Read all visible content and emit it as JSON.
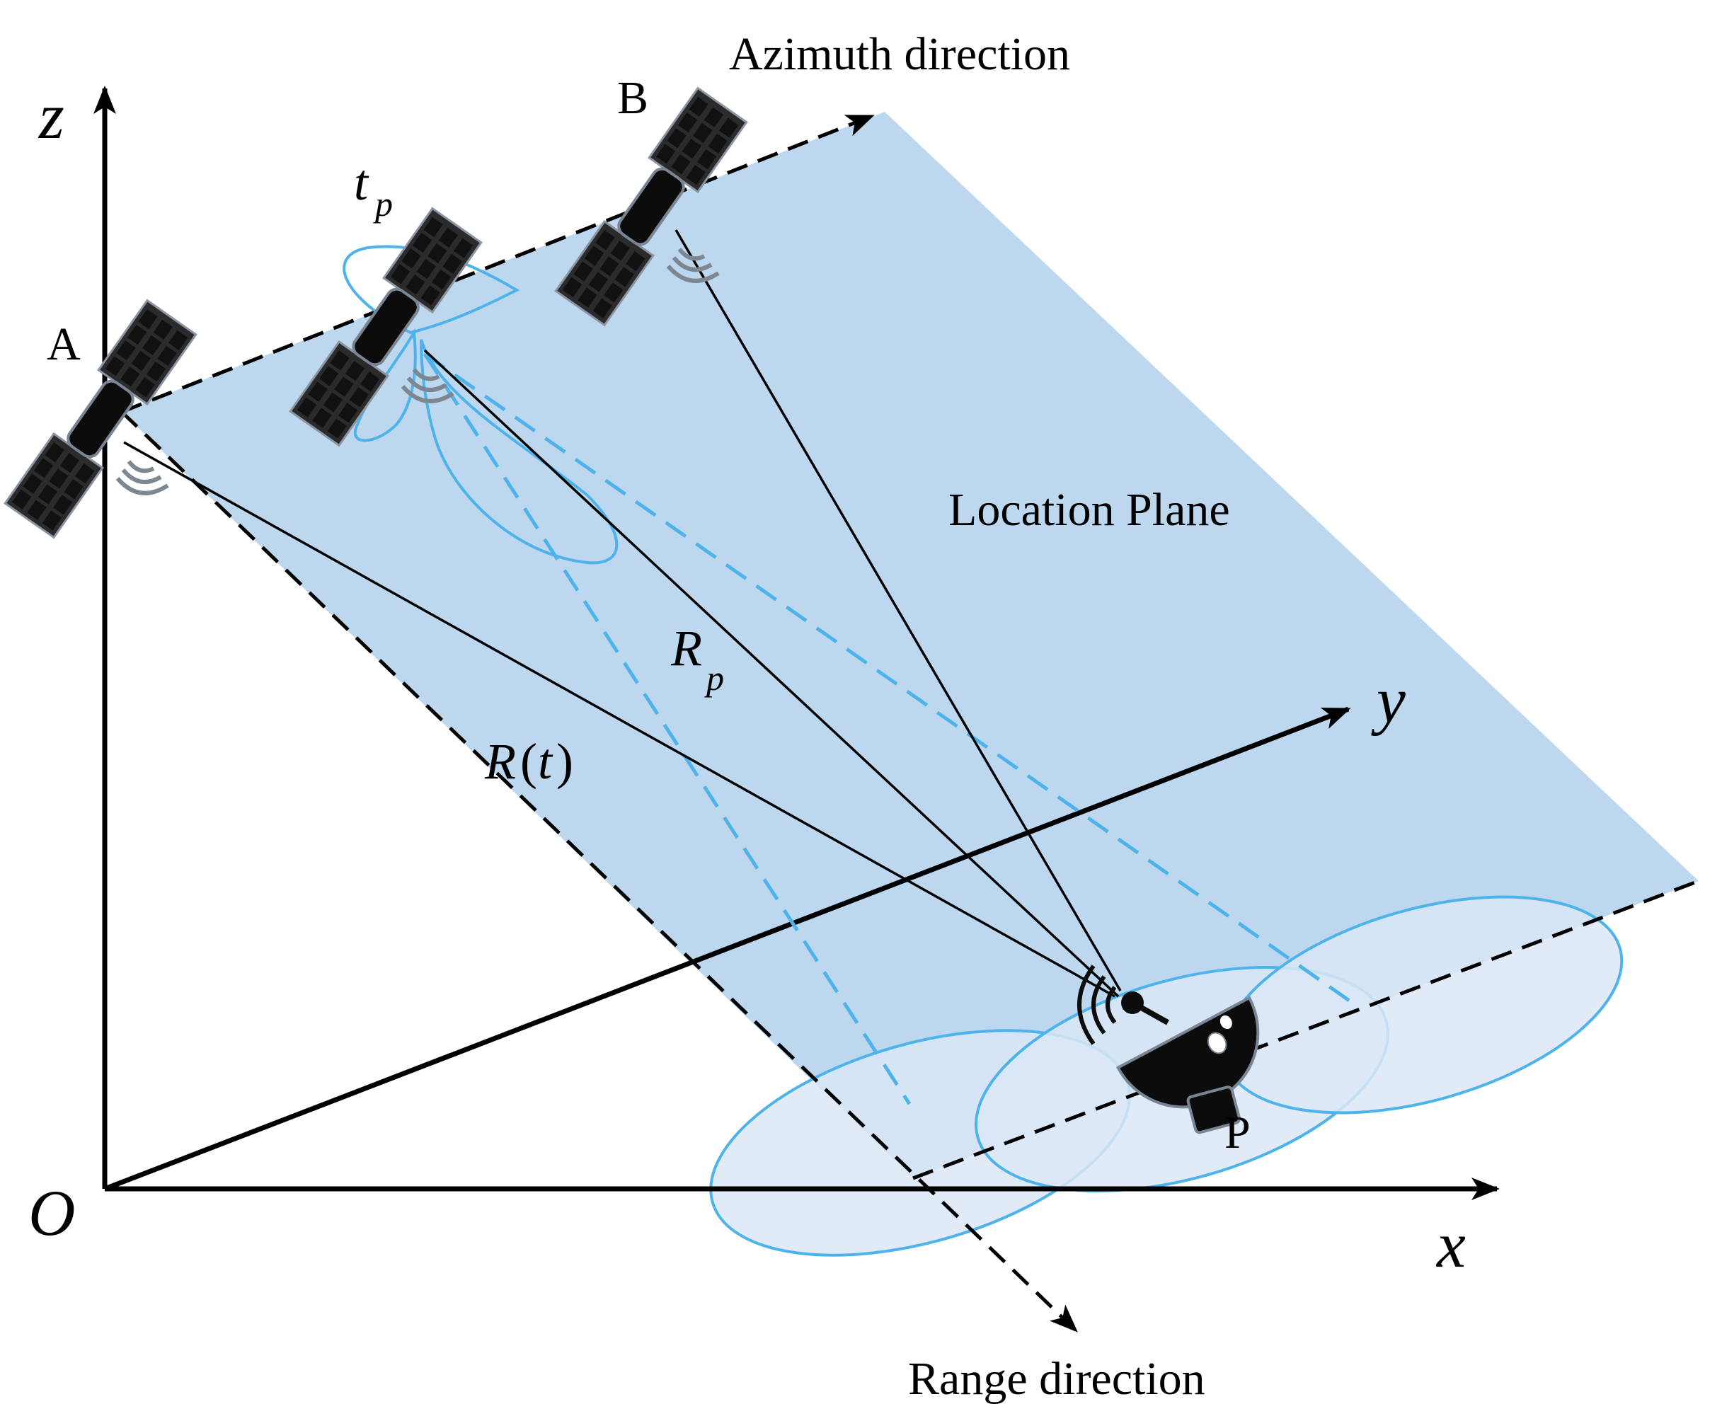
{
  "labels": {
    "azimuth": "Azimuth direction",
    "range": "Range direction",
    "location_plane": "Location Plane",
    "point_a": "A",
    "point_b": "B",
    "point_p": "P",
    "origin": "O",
    "axis_x": "x",
    "axis_y": "y",
    "axis_z": "z",
    "tp_main": "t",
    "tp_sub": "p",
    "rp_main": "R",
    "rp_sub": "p",
    "rt_main": "R",
    "rt_open": "(",
    "rt_var": "t",
    "rt_close": ")"
  },
  "colors": {
    "plane": "#bdd7ee",
    "footprint": "#dae8f6",
    "beam": "#4db3ea",
    "line": "#000000"
  },
  "icons": [
    "satellite-icon",
    "radar-dish-icon",
    "signal-waves-icon"
  ]
}
